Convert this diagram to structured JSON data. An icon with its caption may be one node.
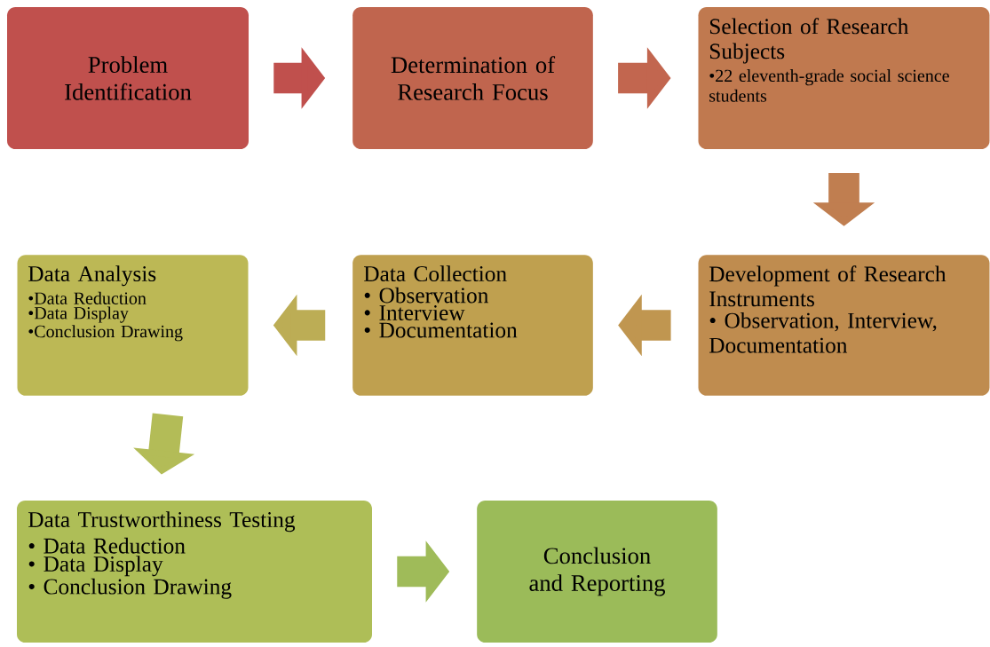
{
  "diagram": {
    "nodes": [
      {
        "text": [
          "Problem Identification"
        ]
      },
      {
        "text": [
          "Determination of Research Focus"
        ]
      },
      {
        "text": [
          "Selection of Research Subjects",
          "•22 eleventh-grade social science students"
        ]
      },
      {
        "text": [
          "Development of Research Instruments",
          "• Observation, Interview, Documentation"
        ]
      },
      {
        "text": [
          "Data Collection",
          "• Observation",
          "• Interview",
          "• Documentation"
        ]
      },
      {
        "text": [
          "Data Analysis",
          "•Data Reduction",
          "•Data Display",
          "•Conclusion Drawing"
        ]
      },
      {
        "text": [
          "Data Trustworthiness Testing",
          "• Data Reduction",
          "• Data Display",
          "• Conclusion Drawing"
        ]
      },
      {
        "text": [
          "Conclusion and Reporting"
        ]
      }
    ],
    "edges": [
      {
        "from": 0,
        "to": 1,
        "arrow": "to",
        "color": "#c0504d"
      },
      {
        "from": 1,
        "to": 2,
        "arrow": "to",
        "color": "#c2664f"
      },
      {
        "from": 2,
        "to": 3,
        "arrow": "to",
        "color": "#c07e50"
      },
      {
        "from": 3,
        "to": 4,
        "arrow": "to",
        "color": "#c09650"
      },
      {
        "from": 4,
        "to": 5,
        "arrow": "to",
        "color": "#bcad55"
      },
      {
        "from": 5,
        "to": 6,
        "arrow": "to",
        "color": "#b3bc57"
      },
      {
        "from": 6,
        "to": 7,
        "arrow": "to",
        "color": "#9fbb59"
      }
    ]
  }
}
